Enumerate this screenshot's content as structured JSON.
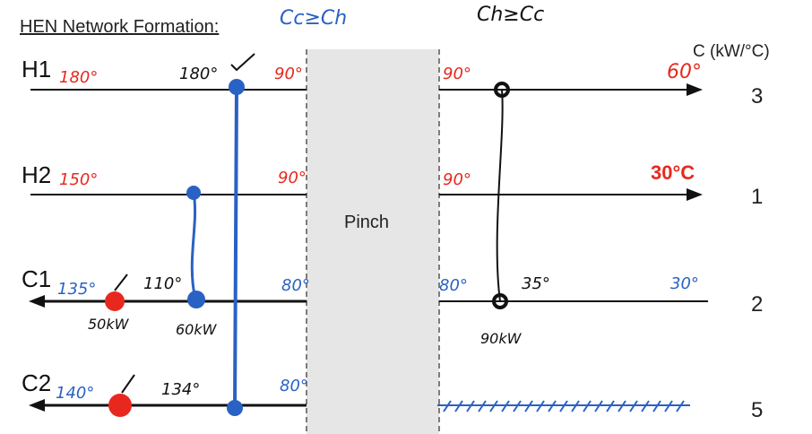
{
  "title": "HEN Network Formation:",
  "condition_left": "Cc≥Ch",
  "condition_right": "Ch≥Cc",
  "c_header": "C (kW/°C)",
  "pinch_label": "Pinch",
  "streams": [
    {
      "name": "H1",
      "type": "hot",
      "c": "3",
      "t_in": "180°",
      "t_left_pinch": "90°",
      "t_right_pinch": "90°",
      "t_out": "60°"
    },
    {
      "name": "H2",
      "type": "hot",
      "c": "1",
      "t_in": "150°",
      "t_left_pinch": "90°",
      "t_right_pinch": "90°",
      "t_out": "30°C"
    },
    {
      "name": "C1",
      "type": "cold",
      "c": "2",
      "t_out": "135°",
      "t_left_pinch": "80°",
      "t_right_pinch": "80°",
      "t_in": "30°"
    },
    {
      "name": "C2",
      "type": "cold",
      "c": "5",
      "t_out": "140°",
      "t_left_pinch": "80°"
    }
  ],
  "annotations": {
    "h1_exchanger_temp": "180°",
    "c1_mid_temp": "110°",
    "c1_right_mid_temp": "35°",
    "c2_mid_temp": "134°",
    "c1_heater_duty": "50kW",
    "c1_exchanger_duty": "60kW",
    "c1_right_duty": "90kW"
  },
  "colors": {
    "hot_temp": "#e8281e",
    "cold_temp": "#2a61c4",
    "exchanger_blue": "#2a61c4",
    "pinch_fill": "#e6e6e6"
  }
}
